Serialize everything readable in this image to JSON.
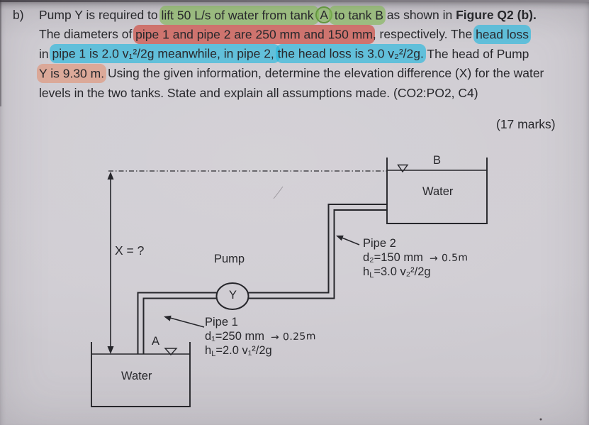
{
  "page": {
    "background": "#cfccd2",
    "ink": "#26262b"
  },
  "question": {
    "label": "b)",
    "marks": "(17 marks)",
    "highlight_colors": {
      "green": "rgba(128,183,82,0.62)",
      "red": "rgba(206,82,72,0.72)",
      "cyan": "rgba(44,184,221,0.68)",
      "peach": "rgba(228,138,103,0.55)",
      "circle_stroke": "#649641"
    },
    "lines": [
      {
        "segments": [
          {
            "t": "Pump Y is required to ",
            "h": "none"
          },
          {
            "t": "lift 50 L/s of water from tank ",
            "h": "green"
          },
          {
            "t": "A",
            "h": "green",
            "circled": true
          },
          {
            "t": " to tank B",
            "h": "green"
          },
          {
            "t": " as shown in ",
            "h": "none"
          },
          {
            "t": "Figure Q2 (b).",
            "h": "none",
            "bold": true
          }
        ]
      },
      {
        "segments": [
          {
            "t": "The diameters of ",
            "h": "none"
          },
          {
            "t": "pipe 1 and pipe 2 are 250 mm and 150 mm",
            "h": "red"
          },
          {
            "t": ", respectively. The ",
            "h": "none"
          },
          {
            "t": "head loss",
            "h": "cyan"
          }
        ]
      },
      {
        "segments": [
          {
            "t": "in ",
            "h": "none"
          },
          {
            "t": "pipe 1 is 2.0 v₁²/2g meanwhile, in pipe 2, ",
            "h": "cyan"
          },
          {
            "t": "the head loss is 3.0 v₂²/2g.",
            "h": "cyan"
          },
          {
            "t": " The head of Pump",
            "h": "none"
          }
        ]
      },
      {
        "segments": [
          {
            "t": "Y is 9.30 m.",
            "h": "peach"
          },
          {
            "t": " Using the given information, determine the elevation difference (X) for the water",
            "h": "none"
          }
        ]
      },
      {
        "segments": [
          {
            "t": "levels in the two tanks. State and explain all assumptions made. (CO2:PO2, C4)",
            "h": "none"
          }
        ]
      }
    ]
  },
  "diagram": {
    "x_label": "X = ?",
    "pump_label": "Pump",
    "pump_letter": "Y",
    "tank_b_label": "B",
    "tank_b_water": "Water",
    "tank_a_label": "A",
    "tank_a_water": "Water",
    "pipe2": {
      "title": "Pipe 2",
      "diameter": "d₂=150 mm",
      "diameter_note": "→ 0.5m",
      "head_loss_pre": "h",
      "head_loss_sub": "L",
      "head_loss_rest": "=3.0 v₂²/2g"
    },
    "pipe1": {
      "title": "Pipe 1",
      "diameter": "d₁=250 mm",
      "diameter_note": "→ 0.25m",
      "head_loss_pre": "h",
      "head_loss_sub": "L",
      "head_loss_rest": "=2.0 v₁²/2g"
    }
  }
}
